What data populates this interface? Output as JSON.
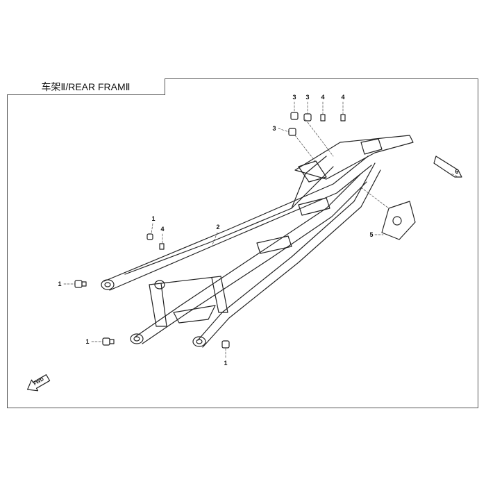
{
  "title": "车架Ⅱ/REAR FRAMⅡ",
  "fwd_label": "FWD",
  "callouts": {
    "c1a": "1",
    "c1b": "1",
    "c1c": "1",
    "c1d": "1",
    "c2": "2",
    "c3a": "3",
    "c3b": "3",
    "c3c": "3",
    "c4a": "4",
    "c4b": "4",
    "c4c": "4",
    "c5": "5",
    "c6": "6"
  }
}
